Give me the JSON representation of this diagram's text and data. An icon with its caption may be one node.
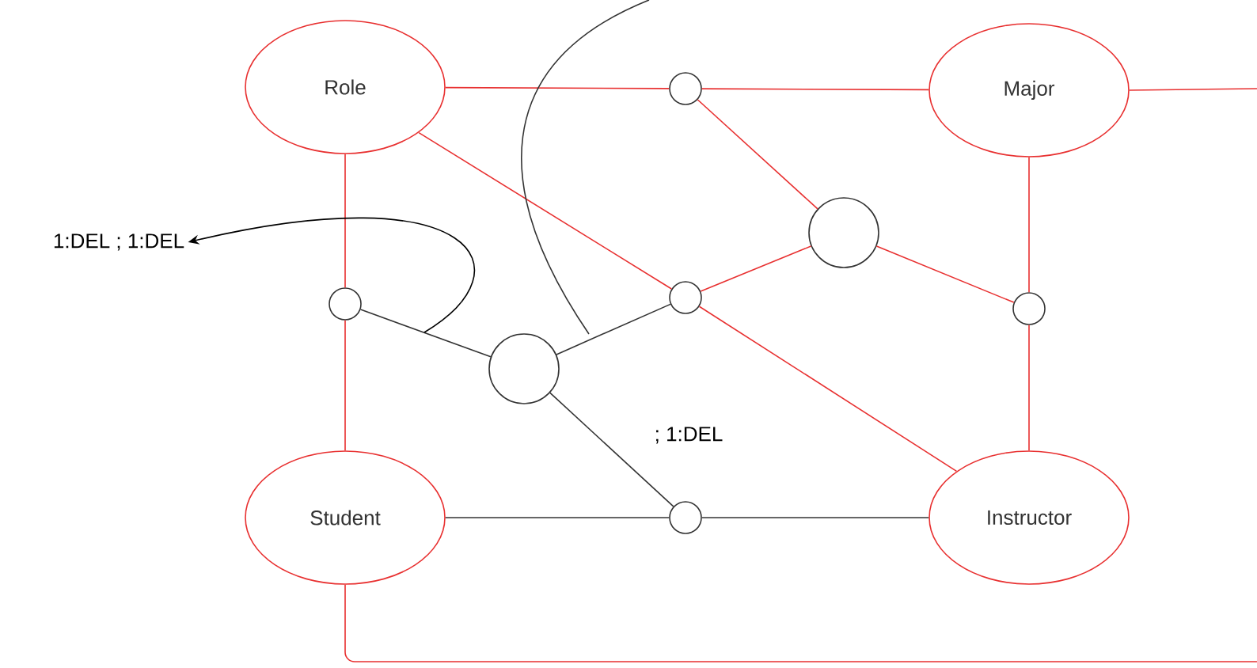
{
  "diagram": {
    "nodes": [
      {
        "text": [
          "Role"
        ]
      },
      {
        "text": [],
        "shape": "circle"
      },
      {
        "text": [
          "Major"
        ]
      },
      {
        "text": [],
        "shape": "circle"
      },
      {
        "text": [
          "1:DEL ; 1:DEL"
        ]
      },
      {
        "text": [],
        "shape": "circle"
      },
      {
        "text": [],
        "shape": "circle"
      },
      {
        "text": [],
        "shape": "circle"
      },
      {
        "text": [],
        "shape": "circle"
      },
      {
        "text": [
          "Student"
        ]
      },
      {
        "text": [],
        "shape": "circle"
      },
      {
        "text": [
          "Instructor"
        ]
      }
    ],
    "edges": [
      {
        "from": 0,
        "to": 1,
        "arrow": "none"
      },
      {
        "from": 1,
        "to": 2,
        "arrow": "none"
      },
      {
        "from": 2,
        "to": null,
        "arrow": "none"
      },
      {
        "from": 1,
        "to": 3,
        "arrow": "none"
      },
      {
        "from": 3,
        "to": 7,
        "arrow": "none"
      },
      {
        "from": 2,
        "to": 7,
        "arrow": "none"
      },
      {
        "from": 7,
        "to": 11,
        "arrow": "none"
      },
      {
        "from": 0,
        "to": 6,
        "arrow": "none"
      },
      {
        "from": 6,
        "to": 11,
        "arrow": "none"
      },
      {
        "from": 6,
        "to": 3,
        "arrow": "none"
      },
      {
        "from": 0,
        "to": 5,
        "arrow": "none"
      },
      {
        "from": 5,
        "to": 9,
        "arrow": "none"
      },
      {
        "from": 9,
        "to": null,
        "arrow": "none"
      },
      {
        "from": 5,
        "to": 8,
        "arrow": "none",
        "color": "#333333"
      },
      {
        "from": 8,
        "to": 6,
        "arrow": "none",
        "color": "#333333"
      },
      {
        "from": 8,
        "to": 10,
        "arrow": "none",
        "color": "#333333",
        "label": "; 1:DEL"
      },
      {
        "from": 9,
        "to": 10,
        "arrow": "none",
        "color": "#333333"
      },
      {
        "from": 10,
        "to": 11,
        "arrow": "none",
        "color": "#333333"
      },
      {
        "from": null,
        "to": 4,
        "arrow": "to",
        "color": "#000000"
      }
    ]
  }
}
